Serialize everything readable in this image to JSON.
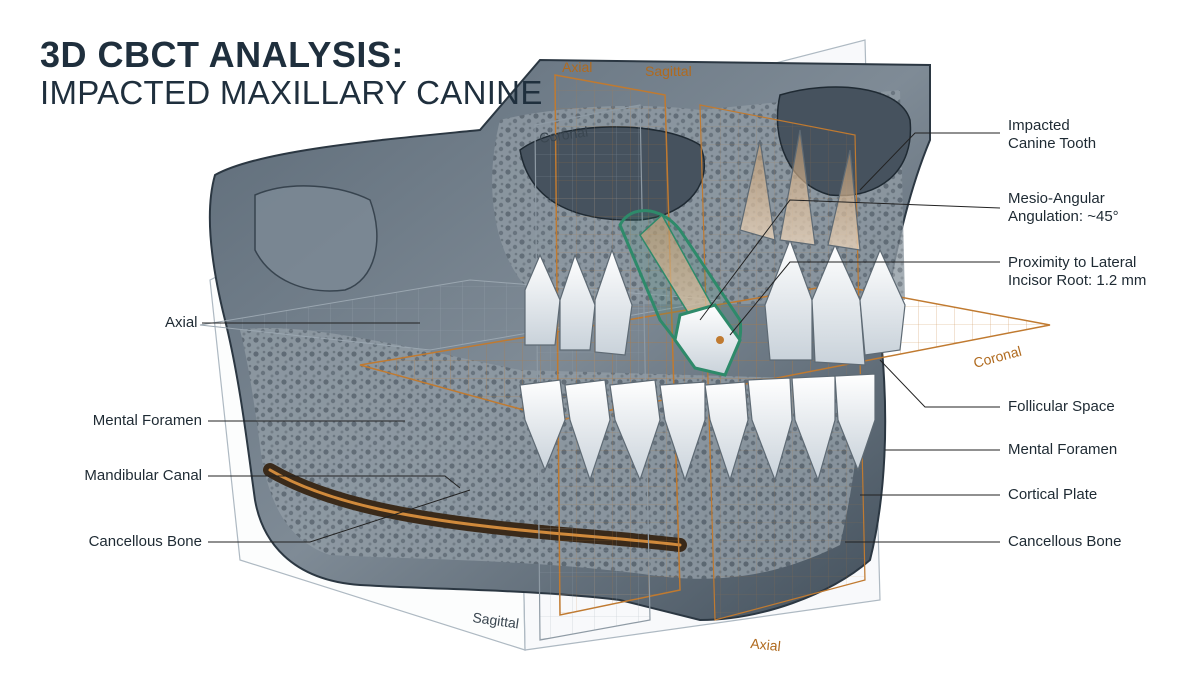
{
  "title": {
    "line1": "3D CBCT ANALYSIS:",
    "line2": "IMPACTED MAXILLARY CANINE"
  },
  "plane_labels": {
    "axial_top": "Axial",
    "sagittal_top": "Sagittal",
    "coronal_top": "Coronal",
    "axial_left": "Axial",
    "coronal_right": "Coronal",
    "sagittal_bottom": "Sagittal",
    "axial_bottom": "Axial"
  },
  "left_labels": {
    "mental_foramen": "Mental Foramen",
    "mandibular_canal": "Mandibular Canal",
    "cancellous_bone": "Cancellous Bone"
  },
  "right_labels": {
    "impacted_canine_l1": "Impacted",
    "impacted_canine_l2": "Canine Tooth",
    "angulation_l1": "Mesio-Angular",
    "angulation_l2": "Angulation: ~45°",
    "proximity_l1": "Proximity to Lateral",
    "proximity_l2": "Incisor Root: 1.2 mm",
    "follicular_space": "Follicular Space",
    "mental_foramen": "Mental Foramen",
    "cortical_plate": "Cortical Plate",
    "cancellous_bone": "Cancellous Bone"
  },
  "colors": {
    "title": "#1f2f3d",
    "bone_dark": "#4a5866",
    "bone_light": "#c9d1d8",
    "orange_plane": "#c07a30",
    "canine_outline": "#2e8a6a",
    "leader": "#222222"
  }
}
